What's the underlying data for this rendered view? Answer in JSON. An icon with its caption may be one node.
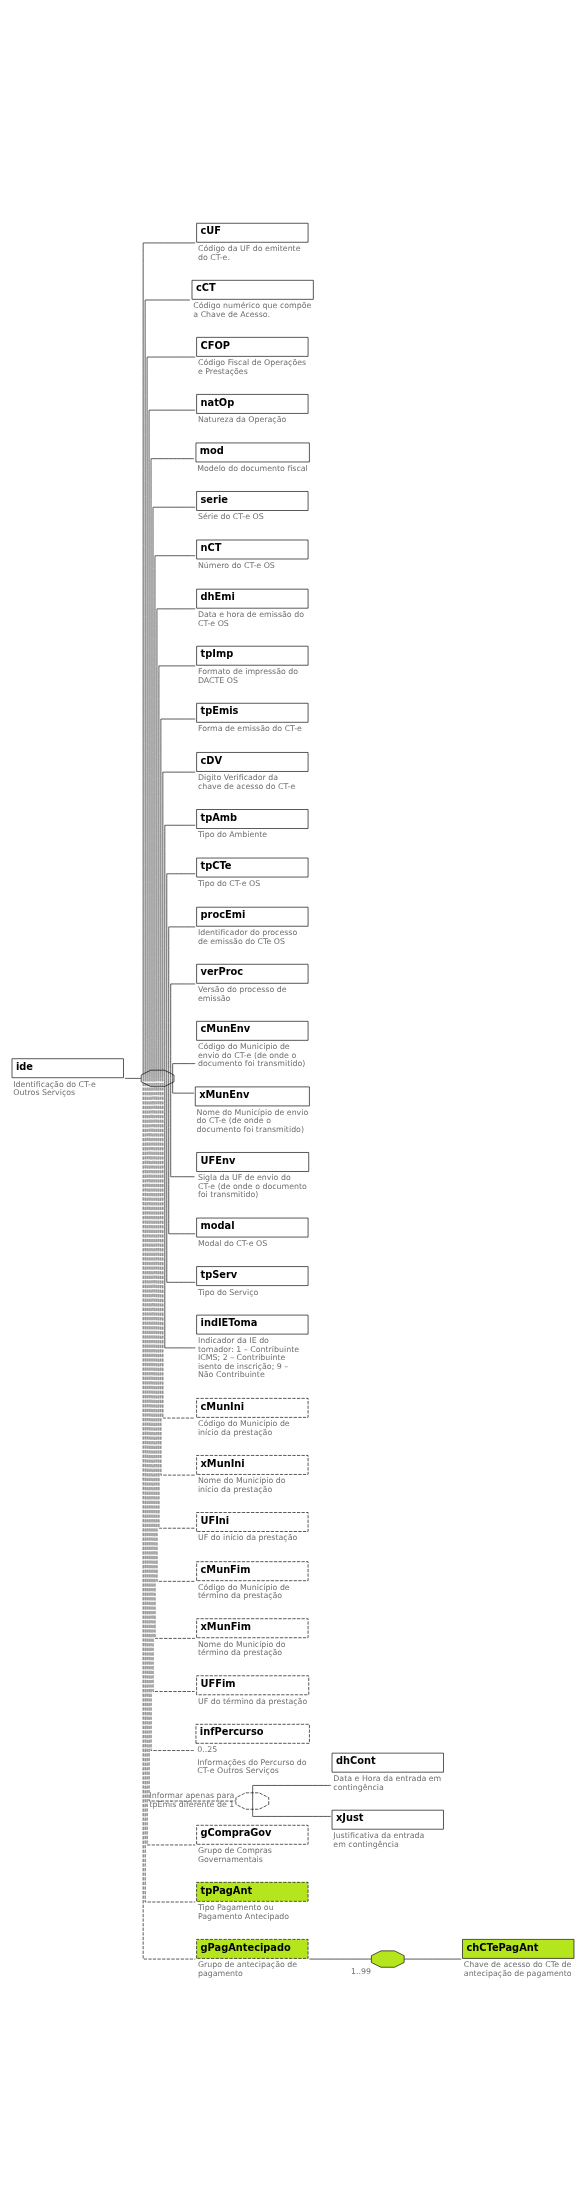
{
  "diagram": {
    "nodes": [
      {
        "text": [
          "ide"
        ],
        "beside": [
          "Identificação do CT-e Outros Serviços"
        ]
      },
      {
        "text": [],
        "shape": "octagon"
      },
      {
        "text": [
          "cUF"
        ],
        "beside": [
          "Código da UF do emitente do CT-e."
        ]
      },
      {
        "text": [
          "cCT"
        ],
        "beside": [
          "Código numérico que compõe a Chave de Acesso."
        ]
      },
      {
        "text": [
          "CFOP"
        ],
        "beside": [
          "Código Fiscal de Operações e Prestações"
        ]
      },
      {
        "text": [
          "natOp"
        ],
        "beside": [
          "Natureza da Operação"
        ]
      },
      {
        "text": [
          "mod"
        ],
        "beside": [
          "Modelo do documento fiscal"
        ]
      },
      {
        "text": [
          "serie"
        ],
        "beside": [
          "Série do CT-e OS"
        ]
      },
      {
        "text": [
          "nCT"
        ],
        "beside": [
          "Número do CT-e OS"
        ]
      },
      {
        "text": [
          "dhEmi"
        ],
        "beside": [
          "Data e hora de emissão do CT-e OS"
        ]
      },
      {
        "text": [
          "tpImp"
        ],
        "beside": [
          "Formato de impressão do DACTE OS"
        ]
      },
      {
        "text": [
          "tpEmis"
        ],
        "beside": [
          "Forma de emissão do CT-e"
        ]
      },
      {
        "text": [
          "cDV"
        ],
        "beside": [
          "Digito Verificador da chave de acesso do CT-e"
        ]
      },
      {
        "text": [
          "tpAmb"
        ],
        "beside": [
          "Tipo do Ambiente"
        ]
      },
      {
        "text": [
          "tpCTe"
        ],
        "beside": [
          "Tipo do CT-e OS"
        ]
      },
      {
        "text": [
          "procEmi"
        ],
        "beside": [
          "Identificador do processo de emissão do CTe OS"
        ]
      },
      {
        "text": [
          "verProc"
        ],
        "beside": [
          "Versão do processo de emissão"
        ]
      },
      {
        "text": [
          "cMunEnv"
        ],
        "beside": [
          "Código do Município de envio do CT-e (de onde o documento foi transmitido)"
        ]
      },
      {
        "text": [
          "xMunEnv"
        ],
        "beside": [
          "Nome do Município de envio do CT-e (de onde o documento foi transmitido)"
        ]
      },
      {
        "text": [
          "UFEnv"
        ],
        "beside": [
          "Sigla da UF de envio do CT-e (de onde o documento foi transmitido)"
        ]
      },
      {
        "text": [
          "modal"
        ],
        "beside": [
          "Modal do CT-e OS"
        ]
      },
      {
        "text": [
          "tpServ"
        ],
        "beside": [
          "Tipo do Serviço"
        ]
      },
      {
        "text": [
          "indIEToma"
        ],
        "beside": [
          "Indicador da IE do tomador: 1 – Contribuinte ICMS; 2 – Contribuinte isento de inscrição; 9 – Não Contribuinte"
        ]
      },
      {
        "text": [
          "cMunIni"
        ],
        "beside": [
          "Código do Município de início da prestação"
        ]
      },
      {
        "text": [
          "xMunIni"
        ],
        "beside": [
          "Nome do Município do início da prestação"
        ]
      },
      {
        "text": [
          "UFIni"
        ],
        "beside": [
          "UF do início da prestação"
        ]
      },
      {
        "text": [
          "cMunFim"
        ],
        "beside": [
          "Código do Município de término da prestação"
        ]
      },
      {
        "text": [
          "xMunFim"
        ],
        "beside": [
          "Nome do Município do término da prestação"
        ]
      },
      {
        "text": [
          "UFFim"
        ],
        "beside": [
          "UF do término da prestação"
        ]
      },
      {
        "text": [
          "infPercurso"
        ],
        "beside": [
          "0..25",
          "Informações do Percurso do CT-e Outros Serviços"
        ]
      },
      {
        "text": [],
        "shape": "octagon",
        "beside": [
          "Informar apenas para tpEmis diferente de 1"
        ]
      },
      {
        "text": [
          "dhCont"
        ],
        "beside": [
          "Data e Hora da entrada em contingência"
        ]
      },
      {
        "text": [
          "xJust"
        ],
        "beside": [
          "Justificativa da entrada em contingência"
        ]
      },
      {
        "text": [
          "gCompraGov"
        ],
        "beside": [
          "Grupo de Compras Governamentais"
        ]
      },
      {
        "text": [
          "tpPagAnt"
        ],
        "beside": [
          "Tipo Pagamento ou Pagamento Antecipado"
        ]
      },
      {
        "text": [
          "gPagAntecipado"
        ],
        "beside": [
          "Grupo de antecipação de pagamento"
        ]
      },
      {
        "text": [],
        "shape": "octagon",
        "beside": [
          "1..99"
        ]
      },
      {
        "text": [
          "chCTePagAnt"
        ],
        "beside": [
          "Chave de acesso do CTe de antecipação de pagamento"
        ]
      }
    ],
    "edges": [
      {
        "from": 0,
        "to": 1,
        "arrow": "none"
      },
      {
        "from": 1,
        "to": 2,
        "arrow": "none"
      },
      {
        "from": 1,
        "to": 3,
        "arrow": "none"
      },
      {
        "from": 1,
        "to": 4,
        "arrow": "none"
      },
      {
        "from": 1,
        "to": 5,
        "arrow": "none"
      },
      {
        "from": 1,
        "to": 6,
        "arrow": "none"
      },
      {
        "from": 1,
        "to": 7,
        "arrow": "none"
      },
      {
        "from": 1,
        "to": 8,
        "arrow": "none"
      },
      {
        "from": 1,
        "to": 9,
        "arrow": "none"
      },
      {
        "from": 1,
        "to": 10,
        "arrow": "none"
      },
      {
        "from": 1,
        "to": 11,
        "arrow": "none"
      },
      {
        "from": 1,
        "to": 12,
        "arrow": "none"
      },
      {
        "from": 1,
        "to": 13,
        "arrow": "none"
      },
      {
        "from": 1,
        "to": 14,
        "arrow": "none"
      },
      {
        "from": 1,
        "to": 15,
        "arrow": "none"
      },
      {
        "from": 1,
        "to": 16,
        "arrow": "none"
      },
      {
        "from": 1,
        "to": 17,
        "arrow": "none"
      },
      {
        "from": 1,
        "to": 18,
        "arrow": "none"
      },
      {
        "from": 1,
        "to": 19,
        "arrow": "none"
      },
      {
        "from": 1,
        "to": 20,
        "arrow": "none"
      },
      {
        "from": 1,
        "to": 21,
        "arrow": "none"
      },
      {
        "from": 1,
        "to": 22,
        "arrow": "none"
      },
      {
        "from": 1,
        "to": 23,
        "arrow": "none",
        "style": "dashed"
      },
      {
        "from": 1,
        "to": 24,
        "arrow": "none",
        "style": "dashed"
      },
      {
        "from": 1,
        "to": 25,
        "arrow": "none",
        "style": "dashed"
      },
      {
        "from": 1,
        "to": 26,
        "arrow": "none",
        "style": "dashed"
      },
      {
        "from": 1,
        "to": 27,
        "arrow": "none",
        "style": "dashed"
      },
      {
        "from": 1,
        "to": 28,
        "arrow": "none",
        "style": "dashed"
      },
      {
        "from": 1,
        "to": 29,
        "arrow": "none",
        "style": "dashed"
      },
      {
        "from": 1,
        "to": 30,
        "arrow": "none",
        "style": "dashed"
      },
      {
        "from": 30,
        "to": 31,
        "arrow": "none"
      },
      {
        "from": 30,
        "to": 32,
        "arrow": "none"
      },
      {
        "from": 1,
        "to": 33,
        "arrow": "none",
        "style": "dashed"
      },
      {
        "from": 1,
        "to": 34,
        "arrow": "none",
        "style": "dashed"
      },
      {
        "from": 1,
        "to": 35,
        "arrow": "none",
        "style": "dashed"
      },
      {
        "from": 35,
        "to": 36,
        "arrow": "none"
      },
      {
        "from": 36,
        "to": 37,
        "arrow": "none"
      }
    ]
  }
}
